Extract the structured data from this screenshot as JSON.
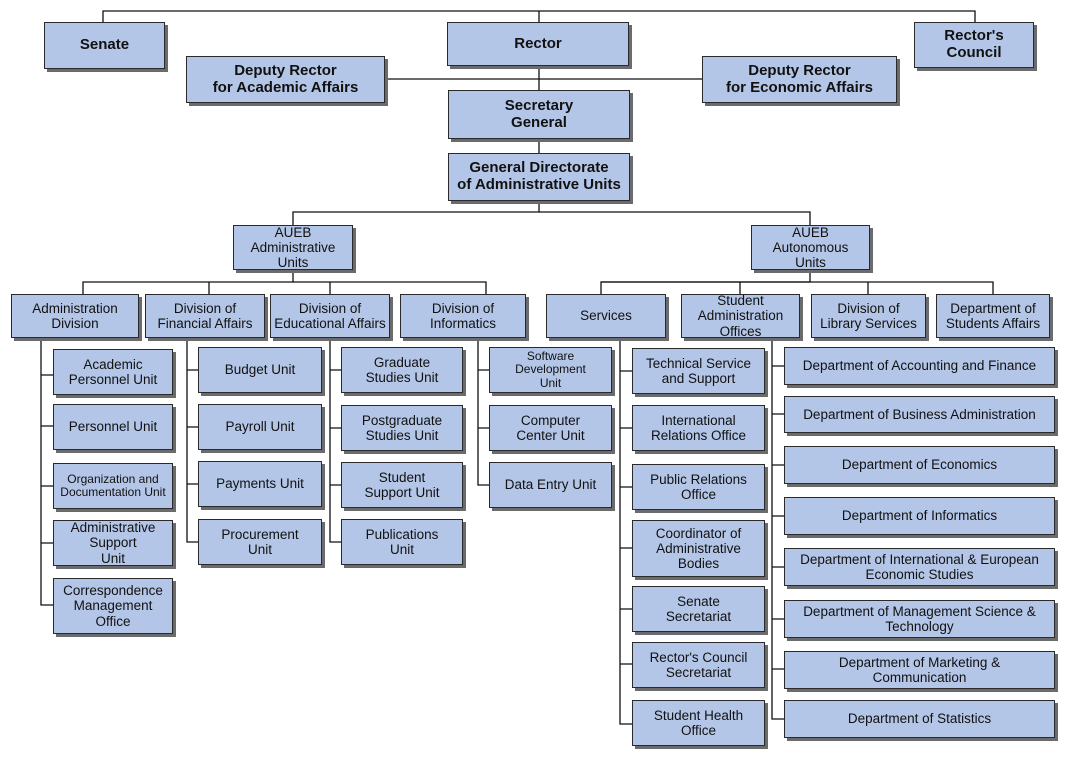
{
  "colors": {
    "box_fill": "#b4c6e7",
    "box_border": "#2a2a2a",
    "connector": "#111111"
  },
  "top": {
    "senate": "Senate",
    "rector": "Rector",
    "rectors_council": "Rector's\nCouncil",
    "deputy_academic": "Deputy Rector\nfor Academic Affairs",
    "deputy_economic": "Deputy Rector\nfor Economic Affairs",
    "secretary_general": "Secretary\nGeneral",
    "general_directorate": "General Directorate\nof Administrative Units"
  },
  "administrative": {
    "title": "AUEB\nAdministrative\nUnits",
    "divisions": [
      {
        "label": "Administration\nDivision",
        "units": [
          "Academic\nPersonnel Unit",
          "Personnel Unit",
          "Organization and\nDocumentation Unit",
          "Administrative\nSupport\nUnit",
          "Correspondence\nManagement\nOffice"
        ]
      },
      {
        "label": "Division of\nFinancial Affairs",
        "units": [
          "Budget Unit",
          "Payroll Unit",
          "Payments Unit",
          "Procurement\nUnit"
        ]
      },
      {
        "label": "Division of\nEducational Affairs",
        "units": [
          "Graduate\nStudies Unit",
          "Postgraduate\nStudies Unit",
          "Student\nSupport Unit",
          "Publications\nUnit"
        ]
      },
      {
        "label": "Division of\nInformatics",
        "units": [
          "Software\nDevelopment\nUnit",
          "Computer\nCenter Unit",
          "Data Entry Unit"
        ]
      }
    ]
  },
  "autonomous": {
    "title": "AUEB\nAutonomous\nUnits",
    "branches": [
      "Services",
      "Student\nAdministration\nOffices",
      "Division of\nLibrary Services",
      "Department of\nStudents Affairs"
    ],
    "services_units": [
      "Technical Service\nand Support",
      "International\nRelations Office",
      "Public Relations\nOffice",
      "Coordinator of\nAdministrative\nBodies",
      "Senate\nSecretariat",
      "Rector's Council\nSecretariat",
      "Student Health\nOffice"
    ],
    "departments": [
      "Department of Accounting and Finance",
      "Department of Business Administration",
      "Department of Economics",
      "Department of Informatics",
      "Department of International & European\nEconomic Studies",
      "Department of Management Science &\nTechnology",
      "Department of Marketing &\nCommunication",
      "Department of Statistics"
    ]
  }
}
